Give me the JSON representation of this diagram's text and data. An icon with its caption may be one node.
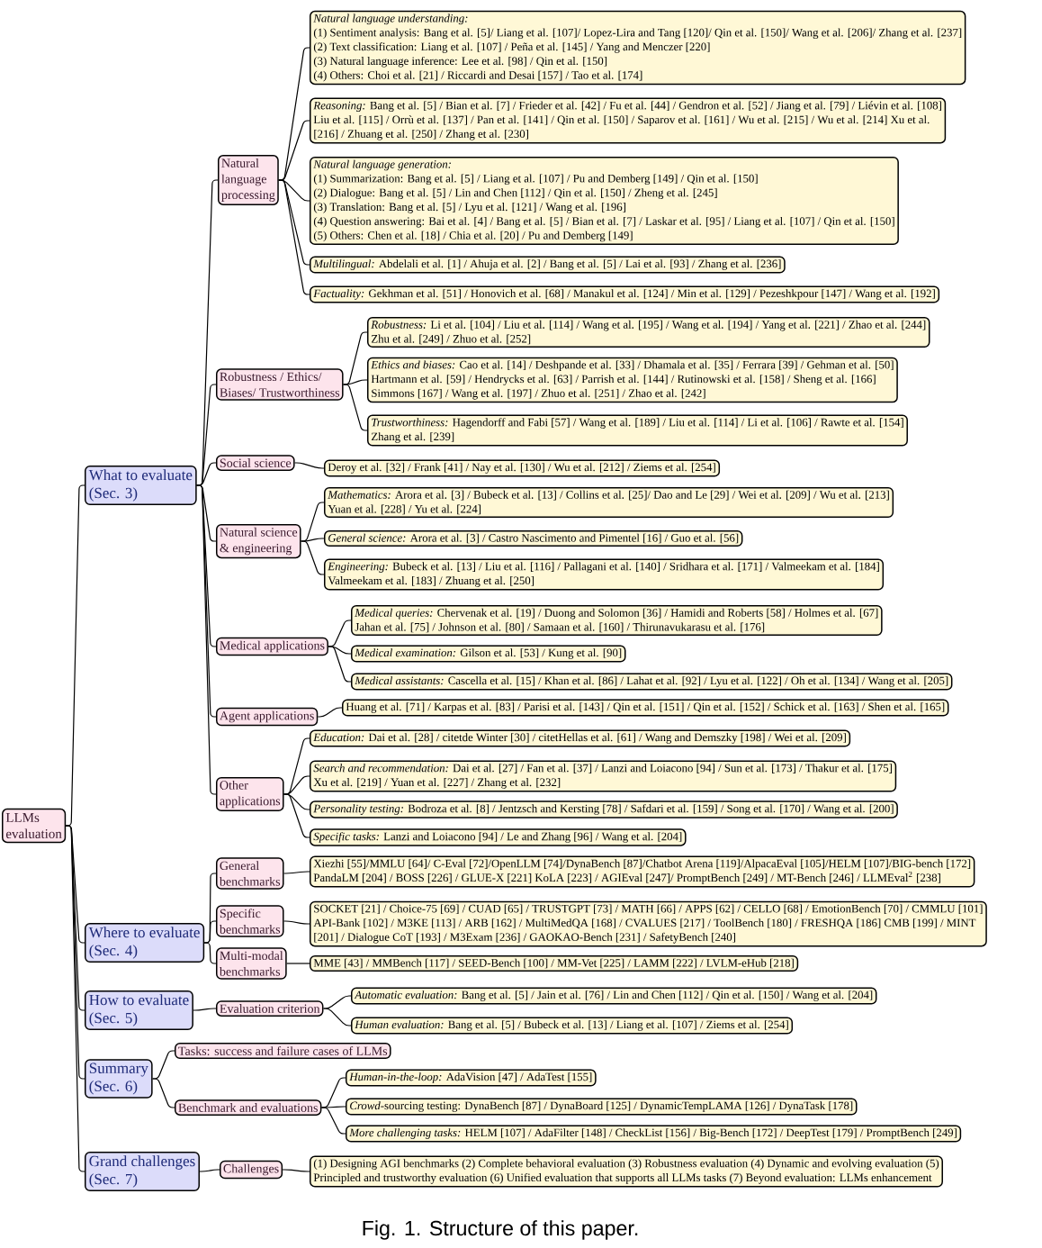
{
  "diagram": {
    "caption": "Fig. 1. Structure of this paper.",
    "nodes": [
      {
        "text": [
          "LLMs evaluation"
        ]
      },
      {
        "text": [
          "What to evaluate (Sec. 3)"
        ]
      },
      {
        "text": [
          "Natural language processing"
        ]
      },
      {
        "text": [
          "Natural language understanding:",
          "(1) Sentiment analysis: Bang et al. [5]/ Liang et al. [107]/ Lopez-Lira and Tang [120]/ Qin et al. [150]/ Wang et al. [206]/ Zhang et al. [237]",
          "(2) Text classification: Liang et al. [107] / Peña et al. [145] / Yang and Menczer [220]",
          "(3) Natural language inference: Lee et al. [98] / Qin et al. [150]",
          "(4) Others: Choi et al. [21] / Riccardi and Desai [157] / Tao et al. [174]"
        ]
      },
      {
        "text": [
          "*Reasoning:* Bang et al. [5] / Bian et al. [7] / Frieder et al. [42] / Fu et al. [44] / Gendron et al. [52] / Jiang et al. [79] / Liévin et al. [108] Liu et al. [115] / Orrù et al. [137] / Pan et al. [141] / Qin et al. [150] / Saparov et al. [161] / Wu et al. [215] / Wu et al. [214] Xu et al. [216] / Zhuang et al. [250] / Zhang et al. [230]"
        ]
      },
      {
        "text": [
          "Natural language generation:",
          "(1) Summarization: Bang et al. [5] / Liang et al. [107] / Pu and Demberg [149] / Qin et al. [150]",
          "(2) Dialogue: Bang et al. [5] / Lin and Chen [112] / Qin et al. [150] / Zheng et al. [245]",
          "(3) Translation: Bang et al. [5] / Lyu et al. [121] / Wang et al. [196]",
          "(4) Question answering: Bai et al. [4] / Bang et al. [5] / Bian et al. [7] / Laskar et al. [95] / Liang et al. [107] / Qin et al. [150]",
          "(5) Others: Chen et al. [18] / Chia et al. [20] / Pu and Demberg [149]"
        ]
      },
      {
        "text": [
          "*Multilingual:* Abdelali et al. [1] / Ahuja et al. [2] / Bang et al. [5] / Lai et al. [93] / Zhang et al. [236]"
        ]
      },
      {
        "text": [
          "*Factuality:* Gekhman et al. [51] / Honovich et al. [68] / Manakul et al. [124] / Min et al. [129] / Pezeshkpour [147] / Wang et al. [192]"
        ]
      },
      {
        "text": [
          "Robustness / Ethics/ Biases/ Trustworthiness"
        ]
      },
      {
        "text": [
          "*Robustness:* Li et al. [104] / Liu et al. [114] / Wang et al. [195] / Wang et al. [194] / Yang et al. [221] / Zhao et al. [244] Zhu et al. [249] / Zhuo et al. [252]"
        ]
      },
      {
        "text": [
          "*Ethics and biases:* Cao et al. [14] / Deshpande et al. [33] / Dhamala et al. [35] / Ferrara [39] / Gehman et al. [50] Hartmann et al. [59] / Hendrycks et al. [63] / Parrish et al. [144] / Rutinowski et al. [158] / Sheng et al. [166] Simmons [167] / Wang et al. [197] / Zhuo et al. [251] / Zhao et al. [242]"
        ]
      },
      {
        "text": [
          "*Trustworthiness:* Hagendorff and Fabi [57] / Wang et al. [189] / Liu et al. [114] / Li et al. [106] / Rawte et al. [154] Zhang et al. [239]"
        ]
      },
      {
        "text": [
          "Social science"
        ]
      },
      {
        "text": [
          "Deroy et al. [32] / Frank [41] / Nay et al. [130] / Wu et al. [212] / Ziems et al. [254]"
        ]
      },
      {
        "text": [
          "Natural science & engineering"
        ]
      },
      {
        "text": [
          "*Mathematics:* Arora et al. [3] / Bubeck et al. [13] / Collins et al. [25]/ Dao and Le [29] / Wei et al. [209] / Wu et al. [213] Yuan et al. [228] / Yu et al. [224]"
        ]
      },
      {
        "text": [
          "*General science:* Arora et al. [3] / Castro Nascimento and Pimentel [16] / Guo et al. [56]"
        ]
      },
      {
        "text": [
          "*Engineering:* Bubeck et al. [13] / Liu et al. [116] / Pallagani et al. [140] / Sridhara et al. [171] / Valmeekam et al. [184] Valmeekam et al. [183] / Zhuang et al. [250]"
        ]
      },
      {
        "text": [
          "Medical applications"
        ]
      },
      {
        "text": [
          "*Medical queries:* Chervenak et al. [19] / Duong and Solomon [36] / Hamidi and Roberts [58] / Holmes et al. [67] Jahan et al. [75] / Johnson et al. [80] / Samaan et al. [160] / Thirunavukarasu et al. [176]"
        ]
      },
      {
        "text": [
          "*Medical examination:* Gilson et al. [53] / Kung et al. [90]"
        ]
      },
      {
        "text": [
          "*Medical assistants:* Cascella et al. [15] / Khan et al. [86] / Lahat et al. [92] / Lyu et al. [122] / Oh et al. [134] / Wang et al. [205]"
        ]
      },
      {
        "text": [
          "Agent applications"
        ]
      },
      {
        "text": [
          "Huang et al. [71] / Karpas et al. [83] / Parisi et al. [143] / Qin et al. [151] / Qin et al. [152] / Schick et al. [163] / Shen et al. [165]"
        ]
      },
      {
        "text": [
          "Other applications"
        ]
      },
      {
        "text": [
          "*Education:* Dai et al. [28] / citetde Winter [30] / citetHellas et al. [61] / Wang and Demszky [198] / Wei et al. [209]"
        ]
      },
      {
        "text": [
          "*Search and recommendation:* Dai et al. [27] / Fan et al. [37] / Lanzi and Loiacono [94] / Sun et al. [173] / Thakur et al. [175] Xu et al. [219] / Yuan et al. [227] / Zhang et al. [232]"
        ]
      },
      {
        "text": [
          "*Personality testing:* Bodroza et al. [8] / Jentzsch and Kersting [78] / Safdari et al. [159] / Song et al. [170] / Wang et al. [200]"
        ]
      },
      {
        "text": [
          "*Specific tasks:* Lanzi and Loiacono [94] / Le and Zhang [96] / Wang et al. [204]"
        ]
      },
      {
        "text": [
          "Where to evaluate (Sec. 4)"
        ]
      },
      {
        "text": [
          "General benchmarks"
        ]
      },
      {
        "text": [
          "Xiezhi [55]/MMLU [64]/ C-Eval [72]/OpenLLM [74]/DynaBench [87]/Chatbot Arena [119]/AlpacaEval [105]/HELM [107]/BIG-bench [172] PandaLM [204] / BOSS [226] / GLUE-X [221] KoLA [223] / AGIEval [247]/ PromptBench [249] / MT-Bench [246] / LLMEval$^{2}$ [238]"
        ]
      },
      {
        "text": [
          "Specific benchmarks"
        ]
      },
      {
        "text": [
          "SOCKET [21] / Choice-75 [69] / CUAD [65] / TRUSTGPT [73] / MATH [66] / APPS [62] / CELLO [68] / EmotionBench [70] / CMMLU [101] API-Bank [102] / M3KE [113] / ARB [162] / MultiMedQA [168] / CVALUES [217] / ToolBench [180] / FRESHQA [186] CMB [199] / MINT [201] / Dialogue CoT [193] / M3Exam [236] / GAOKAO-Bench [231] / SafetyBench [240]"
        ]
      },
      {
        "text": [
          "Multi-modal benchmarks"
        ]
      },
      {
        "text": [
          "MME [43] / MMBench [117] / SEED-Bench [100] / MM-Vet [225] / LAMM [222] / LVLM-eHub [218]"
        ]
      },
      {
        "text": [
          "How to evaluate (Sec. 5)"
        ]
      },
      {
        "text": [
          "Evaluation criterion"
        ]
      },
      {
        "text": [
          "*Automatic evaluation:* Bang et al. [5] / Jain et al. [76] / Lin and Chen [112] / Qin et al. [150] / Wang et al. [204]"
        ]
      },
      {
        "text": [
          "*Human evaluation:* Bang et al. [5] / Bubeck et al. [13] / Liang et al. [107] / Ziems et al. [254]"
        ]
      },
      {
        "text": [
          "Summary (Sec. 6)"
        ]
      },
      {
        "text": [
          "Tasks: success and failure cases of LLMs"
        ]
      },
      {
        "text": [
          "Benchmark and evaluations"
        ]
      },
      {
        "text": [
          "*Human-in-the-loop:* AdaVision [47] / AdaTest [155]"
        ]
      },
      {
        "text": [
          "*Crowd*-sourcing testing: DynaBench [87] / DynaBoard [125] / DynamicTempLAMA [126] / DynaTask [178]"
        ]
      },
      {
        "text": [
          "*More challenging tasks:* HELM [107] / AdaFilter [148] / CheckList [156] / Big-Bench [172] / DeepTest [179] / PromptBench [249]"
        ]
      },
      {
        "text": [
          "Grand challenges (Sec. 7)"
        ]
      },
      {
        "text": [
          "Challenges"
        ]
      },
      {
        "text": [
          "(1) Designing AGI benchmarks (2) Complete behavioral evaluation (3) Robustness evaluation (4) Dynamic and evolving evaluation (5) Principled and trustworthy evaluation (6) Unified evaluation that supports all LLMs tasks (7) Beyond evaluation: LLMs enhancement"
        ]
      }
    ],
    "edges": [
      {
        "from": 0,
        "to": 1,
        "arrow": "none"
      },
      {
        "from": 0,
        "to": 29,
        "arrow": "none"
      },
      {
        "from": 0,
        "to": 36,
        "arrow": "none"
      },
      {
        "from": 0,
        "to": 40,
        "arrow": "none"
      },
      {
        "from": 0,
        "to": 46,
        "arrow": "none"
      },
      {
        "from": 1,
        "to": 2,
        "arrow": "none"
      },
      {
        "from": 1,
        "to": 8,
        "arrow": "none"
      },
      {
        "from": 1,
        "to": 12,
        "arrow": "none"
      },
      {
        "from": 1,
        "to": 14,
        "arrow": "none"
      },
      {
        "from": 1,
        "to": 18,
        "arrow": "none"
      },
      {
        "from": 1,
        "to": 22,
        "arrow": "none"
      },
      {
        "from": 1,
        "to": 24,
        "arrow": "none"
      },
      {
        "from": 2,
        "to": 3,
        "arrow": "none"
      },
      {
        "from": 2,
        "to": 4,
        "arrow": "none"
      },
      {
        "from": 2,
        "to": 5,
        "arrow": "none"
      },
      {
        "from": 2,
        "to": 6,
        "arrow": "none"
      },
      {
        "from": 2,
        "to": 7,
        "arrow": "none"
      },
      {
        "from": 8,
        "to": 9,
        "arrow": "none"
      },
      {
        "from": 8,
        "to": 10,
        "arrow": "none"
      },
      {
        "from": 8,
        "to": 11,
        "arrow": "none"
      },
      {
        "from": 12,
        "to": 13,
        "arrow": "none"
      },
      {
        "from": 14,
        "to": 15,
        "arrow": "none"
      },
      {
        "from": 14,
        "to": 16,
        "arrow": "none"
      },
      {
        "from": 14,
        "to": 17,
        "arrow": "none"
      },
      {
        "from": 18,
        "to": 19,
        "arrow": "none"
      },
      {
        "from": 18,
        "to": 20,
        "arrow": "none"
      },
      {
        "from": 18,
        "to": 21,
        "arrow": "none"
      },
      {
        "from": 22,
        "to": 23,
        "arrow": "none"
      },
      {
        "from": 24,
        "to": 25,
        "arrow": "none"
      },
      {
        "from": 24,
        "to": 26,
        "arrow": "none"
      },
      {
        "from": 24,
        "to": 27,
        "arrow": "none"
      },
      {
        "from": 24,
        "to": 28,
        "arrow": "none"
      },
      {
        "from": 29,
        "to": 30,
        "arrow": "none"
      },
      {
        "from": 29,
        "to": 32,
        "arrow": "none"
      },
      {
        "from": 29,
        "to": 34,
        "arrow": "none"
      },
      {
        "from": 30,
        "to": 31,
        "arrow": "none"
      },
      {
        "from": 32,
        "to": 33,
        "arrow": "none"
      },
      {
        "from": 34,
        "to": 35,
        "arrow": "none"
      },
      {
        "from": 36,
        "to": 37,
        "arrow": "none"
      },
      {
        "from": 37,
        "to": 38,
        "arrow": "none"
      },
      {
        "from": 37,
        "to": 39,
        "arrow": "none"
      },
      {
        "from": 40,
        "to": 41,
        "arrow": "none"
      },
      {
        "from": 40,
        "to": 42,
        "arrow": "none"
      },
      {
        "from": 42,
        "to": 43,
        "arrow": "none"
      },
      {
        "from": 42,
        "to": 44,
        "arrow": "none"
      },
      {
        "from": 42,
        "to": 45,
        "arrow": "none"
      },
      {
        "from": 46,
        "to": 47,
        "arrow": "none"
      },
      {
        "from": 47,
        "to": 48,
        "arrow": "none"
      }
    ]
  }
}
